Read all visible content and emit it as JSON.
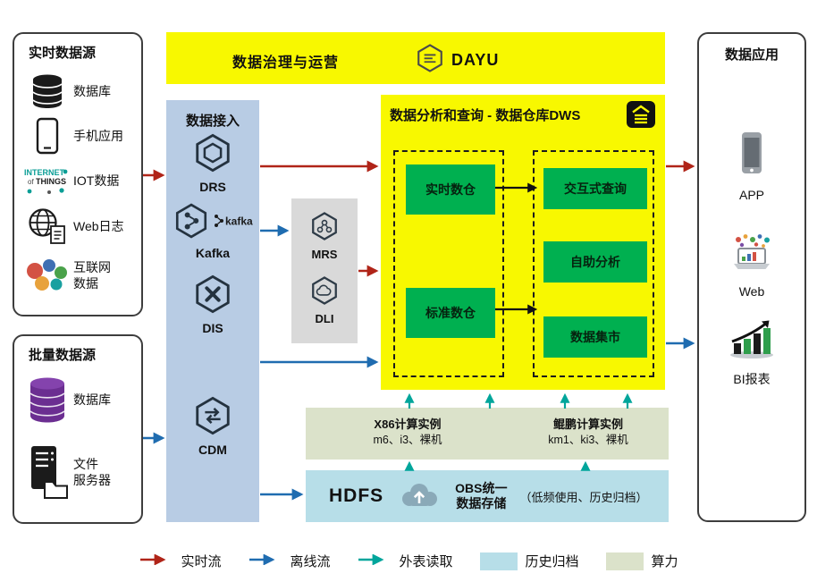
{
  "colors": {
    "realtime_flow": "#b02418",
    "offline_flow": "#1f6cb0",
    "external_table_read": "#00a59b",
    "history_archive": "#b7dee8",
    "compute_power": "#dbe2ca",
    "governance_yellow": "#f8f800",
    "ingestion_blue": "#b8cce4",
    "warehouse_green": "#00b050",
    "middleware_gray": "#d9d9d9"
  },
  "sources_realtime": {
    "title": "实时数据源",
    "items": [
      {
        "label": "数据库"
      },
      {
        "label": "手机应用"
      },
      {
        "label": "IOT数据"
      },
      {
        "label": "Web日志"
      },
      {
        "label": "互联网\n数据"
      }
    ]
  },
  "sources_batch": {
    "title": "批量数据源",
    "items": [
      {
        "label": "数据库"
      },
      {
        "label": "文件\n服务器"
      }
    ]
  },
  "governance": {
    "title": "数据治理与运营",
    "logo_text": "DAYU"
  },
  "ingestion": {
    "title": "数据接入",
    "items": [
      {
        "label": "DRS"
      },
      {
        "label": "Kafka",
        "logo_text": "kafka"
      },
      {
        "label": "DIS"
      },
      {
        "label": "CDM"
      }
    ]
  },
  "middleware": {
    "items": [
      {
        "label": "MRS"
      },
      {
        "label": "DLI"
      }
    ]
  },
  "dws": {
    "title": "数据分析和查询 - 数据仓库DWS",
    "warehouses": [
      {
        "label": "实时数仓"
      },
      {
        "label": "标准数仓"
      }
    ],
    "services": [
      {
        "label": "交互式查询"
      },
      {
        "label": "自助分析"
      },
      {
        "label": "数据集市"
      }
    ]
  },
  "compute": {
    "x86_title": "X86计算实例",
    "x86_detail": "m6、i3、裸机",
    "kunpeng_title": "鲲鹏计算实例",
    "kunpeng_detail": "km1、ki3、裸机"
  },
  "storage": {
    "hdfs_label": "HDFS",
    "obs_title": "OBS统一\n数据存储",
    "obs_note": "（低频使用、历史归档）"
  },
  "applications": {
    "title": "数据应用",
    "items": [
      {
        "label": "APP"
      },
      {
        "label": "Web"
      },
      {
        "label": "BI报表"
      }
    ]
  },
  "legend": {
    "realtime": "实时流",
    "offline": "离线流",
    "external": "外表读取",
    "archive": "历史归档",
    "compute": "算力"
  },
  "iot_icon_words": {
    "line1": "INTERNET",
    "line2": "of",
    "line3": "THINGS"
  }
}
